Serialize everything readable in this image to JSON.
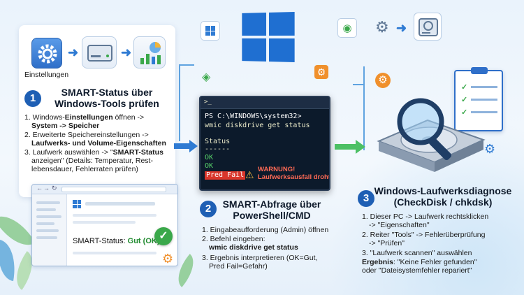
{
  "colors": {
    "accent_blue": "#1e5fb4",
    "terminal_bg": "#0c1a2b",
    "terminal_text": "#e9e9c8",
    "ok_green": "#58d26a",
    "warning_red": "#d9362b",
    "check_green": "#3aa84a"
  },
  "panel1": {
    "tile_label": "Einstellungen",
    "number": "1",
    "title_line1": "SMART-Status über",
    "title_line2": "Windows-Tools prüfen",
    "step1_pre": "1. Windows-",
    "step1_bold1": "Einstellungen",
    "step1_post": " öffnen ->",
    "step1_line2": "System -> Speicher",
    "step2_line1": "2. Erweiterte Speichereinstellungen ->",
    "step2_line2": "Laufwerks- und Volume-Eigenschaften",
    "step3_line1_pre": "3. Laufwerk auswählen -> \"",
    "step3_line1_bold": "SMART-Status",
    "step3_line2": "anzeigen\" (Details: Temperatur, Rest-",
    "step3_line3": "lebensdauer, Fehlerraten prüfen)",
    "window_status_label": "SMART-Status: ",
    "window_status_value": "Gut (OK)",
    "icons": [
      "gear-icon",
      "hard-drive-icon",
      "chart-icon",
      "check-icon"
    ]
  },
  "panel2": {
    "terminal_prompt_icon": ">_",
    "terminal_line1": "PS C:\\WINDOWS\\system32>",
    "terminal_line2": "wmic diskdrive get status",
    "terminal_line3": "Status",
    "terminal_line4": "------",
    "terminal_line5": "OK",
    "terminal_line6": "OK",
    "pred_fail": "Pred Fail",
    "warning_title": "WARNUNG!",
    "warning_text": "Laufwerksausfall droht!",
    "number": "2",
    "title_line1": "SMART-Abfrage über",
    "title_line2": "PowerShell/CMD",
    "step1": "1. Eingabeaufforderung (Admin) öffnen",
    "step2": "2. Befehl eingeben:",
    "step2_cmd": "wmic diskdrive get status",
    "step3_line1": "3. Ergebnis interpretieren (OK=Gut,",
    "step3_line2": "Pred Fail=Gefahr)"
  },
  "panel3": {
    "number": "3",
    "title_line1": "Windows-Laufwerksdiagnose",
    "title_line2": "(CheckDisk / chkdsk)",
    "step1_line1": "1. Dieser PC -> Laufwerk rechtsklicken",
    "step1_line2": "-> \"Eigenschaften\"",
    "step2_line1": "2. Reiter \"Tools\" -> Fehlerüberprüfung",
    "step2_line2": "-> \"Prüfen\"",
    "step3": "3. \"Laufwerk scannen\" auswählen",
    "result_label": "Ergebnis",
    "result_line1": ": \"Keine Fehler gefunden\"",
    "result_line2": "oder \"Dateisystemfehler repariert\""
  }
}
